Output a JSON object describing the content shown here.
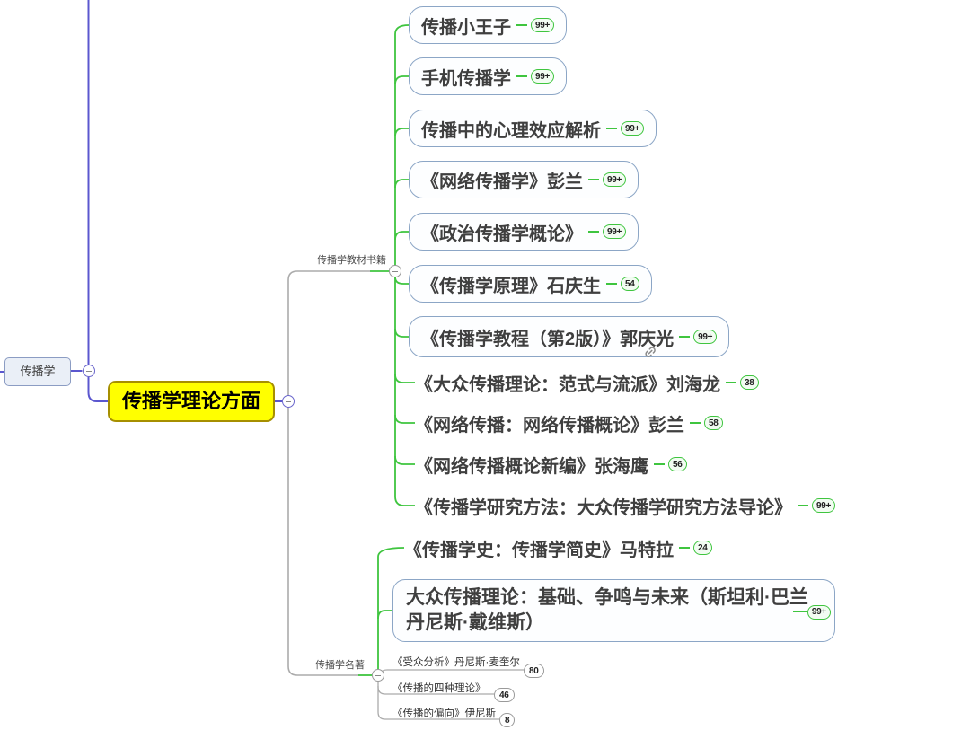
{
  "root": {
    "label": "传播学"
  },
  "main_topic": {
    "label": "传播学理论方面"
  },
  "branches": [
    {
      "label": "传播学教材书籍",
      "children": [
        {
          "label": "传播小王子",
          "badge": "99+"
        },
        {
          "label": "手机传播学",
          "badge": "99+"
        },
        {
          "label": "传播中的心理效应解析",
          "badge": "99+"
        },
        {
          "label": "《网络传播学》彭兰",
          "badge": "99+"
        },
        {
          "label": "《政治传播学概论》",
          "badge": "99+"
        },
        {
          "label": "《传播学原理》石庆生",
          "badge": "54"
        },
        {
          "label": "《传播学教程（第2版）》郭庆光",
          "badge": "99+",
          "icon": "hyperlink"
        },
        {
          "label": "《大众传播理论：范式与流派》刘海龙",
          "badge": "38"
        },
        {
          "label": "《网络传播：网络传播概论》彭兰",
          "badge": "58"
        },
        {
          "label": "《网络传播概论新编》张海鹰",
          "badge": "56"
        },
        {
          "label": "《传播学研究方法：大众传播学研究方法导论》",
          "badge": "99+"
        }
      ]
    },
    {
      "label": "传播学名著",
      "children": [
        {
          "label": "《传播学史：传播学简史》马特拉",
          "badge": "24"
        },
        {
          "label": "大众传播理论：基础、争鸣与未来（斯坦利·巴兰 丹尼斯·戴维斯）",
          "badge": "99+"
        },
        {
          "label": "《受众分析》丹尼斯·麦奎尔",
          "badge": "80"
        },
        {
          "label": "《传播的四种理论》",
          "badge": "46"
        },
        {
          "label": "《传播的偏向》伊尼斯",
          "badge": "8"
        }
      ]
    }
  ],
  "colors": {
    "branch_green": "#3fc53f",
    "connector_gray": "#ababab",
    "root_purple": "#5b57cf",
    "main_topic_bg": "#ffff00",
    "box_border": "#8ca6c6",
    "badge_green_border": "#3fc53f",
    "badge_gray_border": "#9a9a9a"
  }
}
